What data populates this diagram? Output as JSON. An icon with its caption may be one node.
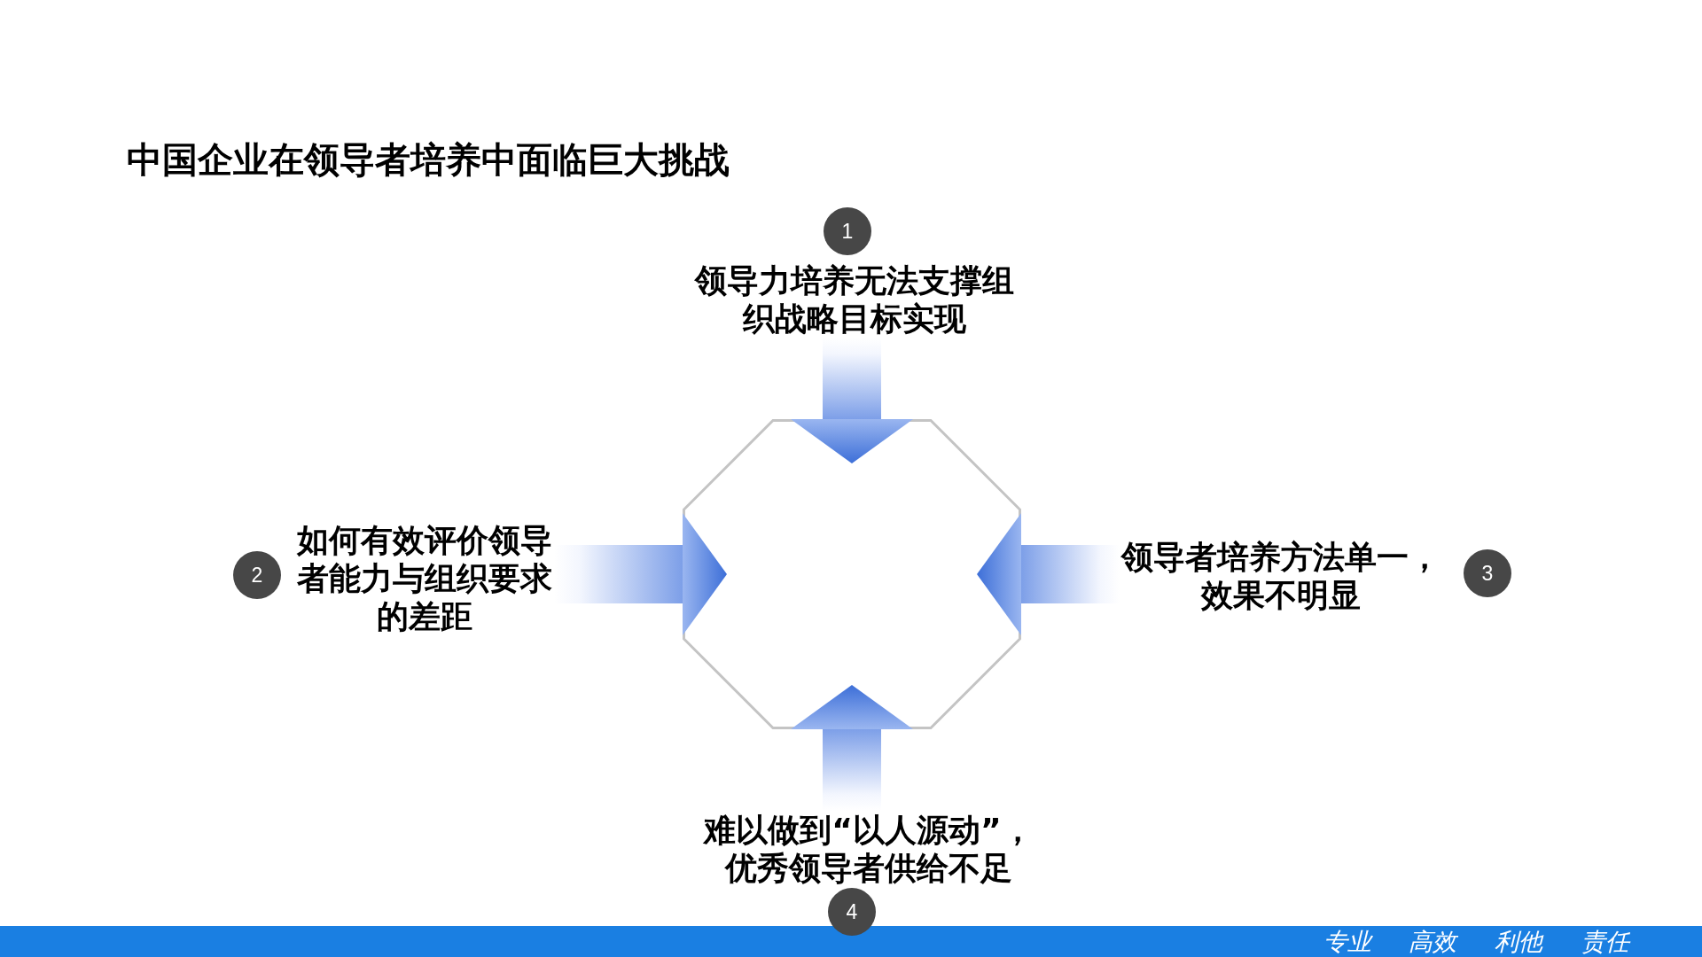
{
  "diagram": {
    "title": "中国企业在领导者培养中面临巨大挑战",
    "nodes": [
      {
        "text": [
          "1"
        ]
      },
      {
        "text": [
          "领导力培养无法支撑组织战略目标实现"
        ]
      },
      {
        "text": [],
        "shape": "octagon"
      },
      {
        "text": [
          "2"
        ]
      },
      {
        "text": [
          "如何有效评价领导者能力与组织要求的差距"
        ]
      },
      {
        "text": [
          "领导者培养方法单一，效果不明显"
        ]
      },
      {
        "text": [
          "3"
        ]
      },
      {
        "text": [
          "难以做到“以人源动”，优秀领导者供给不足"
        ]
      },
      {
        "text": [
          "4"
        ]
      }
    ],
    "edges": [
      {
        "from": 1,
        "to": 2,
        "arrow": "to"
      },
      {
        "from": 4,
        "to": 2,
        "arrow": "to"
      },
      {
        "from": 5,
        "to": 2,
        "arrow": "to"
      },
      {
        "from": 7,
        "to": 2,
        "arrow": "to"
      }
    ],
    "labels": [
      "专业",
      "高效",
      "利他",
      "责任"
    ]
  }
}
